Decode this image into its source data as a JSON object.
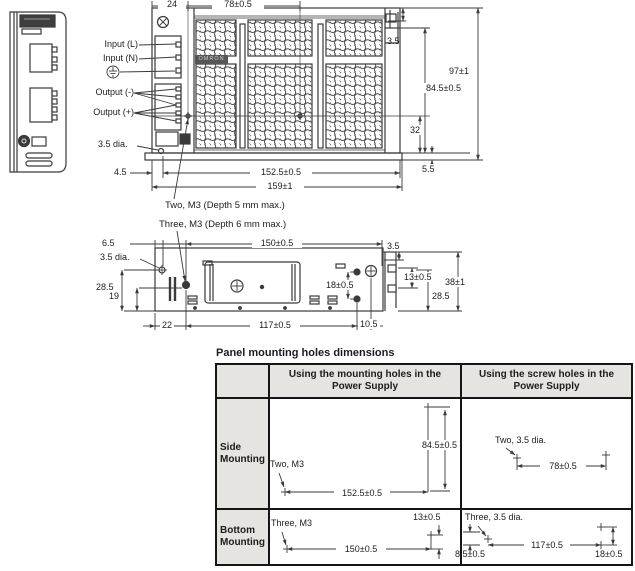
{
  "front_view": {
    "brand": "OMRON",
    "terminal_labels": {
      "input_l": "Input (L)",
      "input_n": "Input (N)",
      "output_neg": "Output (-)",
      "output_pos": "Output (+)",
      "hole": "3.5 dia."
    },
    "dims": {
      "top_left": "24",
      "top_holes": "78±0.5",
      "top_right": "3.5",
      "height_total": "97±1",
      "height_holes": "84.5±0.5",
      "center_to_bottom": "32",
      "flange": "5.5",
      "bottom_left": "4.5",
      "width_holes": "152.5±0.5",
      "width_total": "159±1"
    }
  },
  "notes": {
    "two_m3": "Two, M3 (Depth 5 mm max.)",
    "three_m3": "Three, M3 (Depth 6 mm max.)"
  },
  "bottom_view": {
    "dims": {
      "left_hole_offset": "6.5",
      "hole_dia": "3.5 dia.",
      "depth_left": "28.5",
      "depth_inner": "19",
      "left_m3_offset": "22",
      "holes_span": "117±0.5",
      "screw_span": "150±0.5",
      "right_offset": "10.5",
      "bracket": "3.5",
      "right_holes": "18±0.5",
      "notch": "13±0.5",
      "height_total": "38±1",
      "depth_right": "28.5"
    }
  },
  "table": {
    "title": "Panel mounting holes dimensions",
    "columns": [
      "Using the mounting holes in the Power Supply",
      "Using the screw holes in the Power Supply"
    ],
    "rows": [
      {
        "label": "Side Mounting",
        "mounting_note": "Two, M3",
        "mounting_h": "152.5±0.5",
        "mounting_v": "84.5±0.5",
        "screw_note": "Two, 3.5 dia.",
        "screw_h": "78±0.5"
      },
      {
        "label": "Bottom Mounting",
        "mounting_note": "Three, M3",
        "mounting_h": "150±0.5",
        "mounting_v": "13±0.5",
        "screw_note": "Three, 3.5 dia.",
        "screw_h": "117±0.5",
        "screw_left": "8.5±0.5",
        "screw_right": "18±0.5"
      }
    ]
  },
  "colors": {
    "line": "#3a3a3a",
    "table_header_bg": "#e5e4e1",
    "brand_bg": "#565656"
  }
}
